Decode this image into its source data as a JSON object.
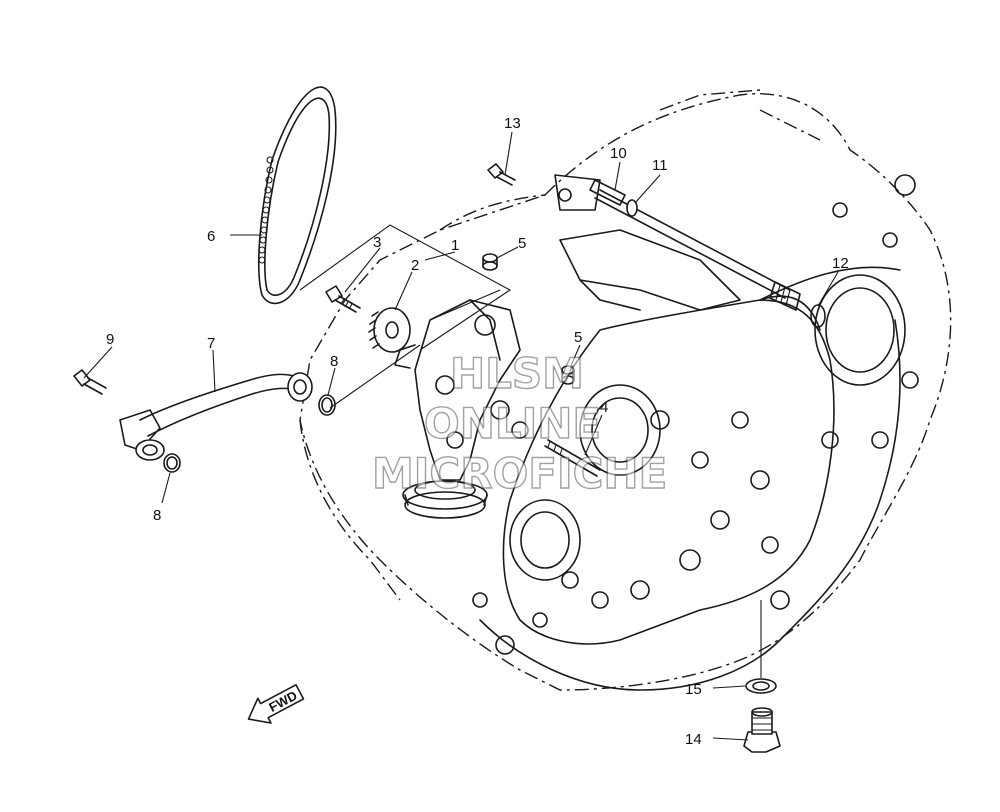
{
  "callouts": {
    "c1": "1",
    "c2": "2",
    "c3": "3",
    "c4": "4",
    "c5a": "5",
    "c5b": "5",
    "c6": "6",
    "c7": "7",
    "c8a": "8",
    "c8b": "8",
    "c9": "9",
    "c10": "10",
    "c11": "11",
    "c12": "12",
    "c13": "13",
    "c14": "14",
    "c15": "15"
  },
  "direction_marker": {
    "label": "FWD"
  },
  "watermark": {
    "line1": "HLSM",
    "line2": "ONLINE",
    "line3": "MICROFICHE"
  },
  "colors": {
    "ink": "#1a1a1a",
    "background": "#ffffff",
    "watermark": "#555555"
  }
}
